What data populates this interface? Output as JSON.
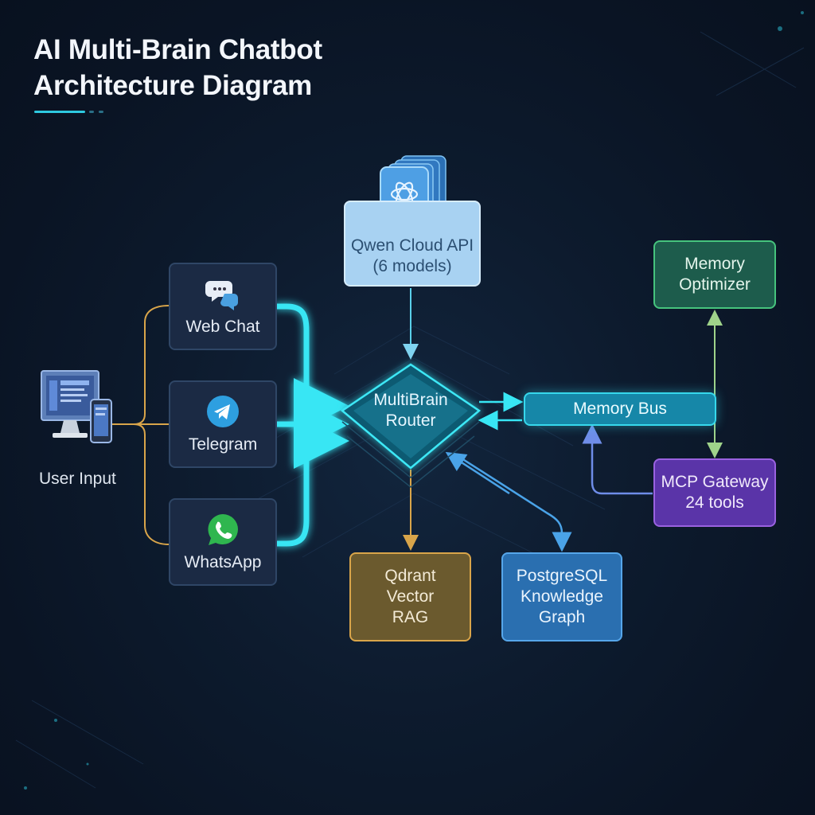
{
  "title": {
    "line1": "AI Multi-Brain Chatbot",
    "line2": "Architecture Diagram"
  },
  "user_input": {
    "label": "User Input",
    "icon": "computer-phone-icon"
  },
  "channels": [
    {
      "label": "Web Chat",
      "icon": "chat-bubbles-icon"
    },
    {
      "label": "Telegram",
      "icon": "telegram-icon"
    },
    {
      "label": "WhatsApp",
      "icon": "whatsapp-icon"
    }
  ],
  "qwen": {
    "line1": "Qwen Cloud API",
    "line2": "(6 models)",
    "icon": "ai-models-stack-icon"
  },
  "router": {
    "line1": "MultiBrain",
    "line2": "Router"
  },
  "memory_bus": {
    "label": "Memory Bus"
  },
  "memory_optimizer": {
    "line1": "Memory",
    "line2": "Optimizer"
  },
  "mcp_gateway": {
    "line1": "MCP Gateway",
    "line2": "24 tools"
  },
  "qdrant": {
    "line1": "Qdrant",
    "line2": "Vector",
    "line3": "RAG"
  },
  "postgres": {
    "line1": "PostgreSQL",
    "line2": "Knowledge",
    "line3": "Graph"
  },
  "colors": {
    "cyan": "#29e3f2",
    "amber": "#d9a54a",
    "blue": "#4aa3e8",
    "green": "#3fbf78",
    "purple": "#8d4fd6"
  }
}
